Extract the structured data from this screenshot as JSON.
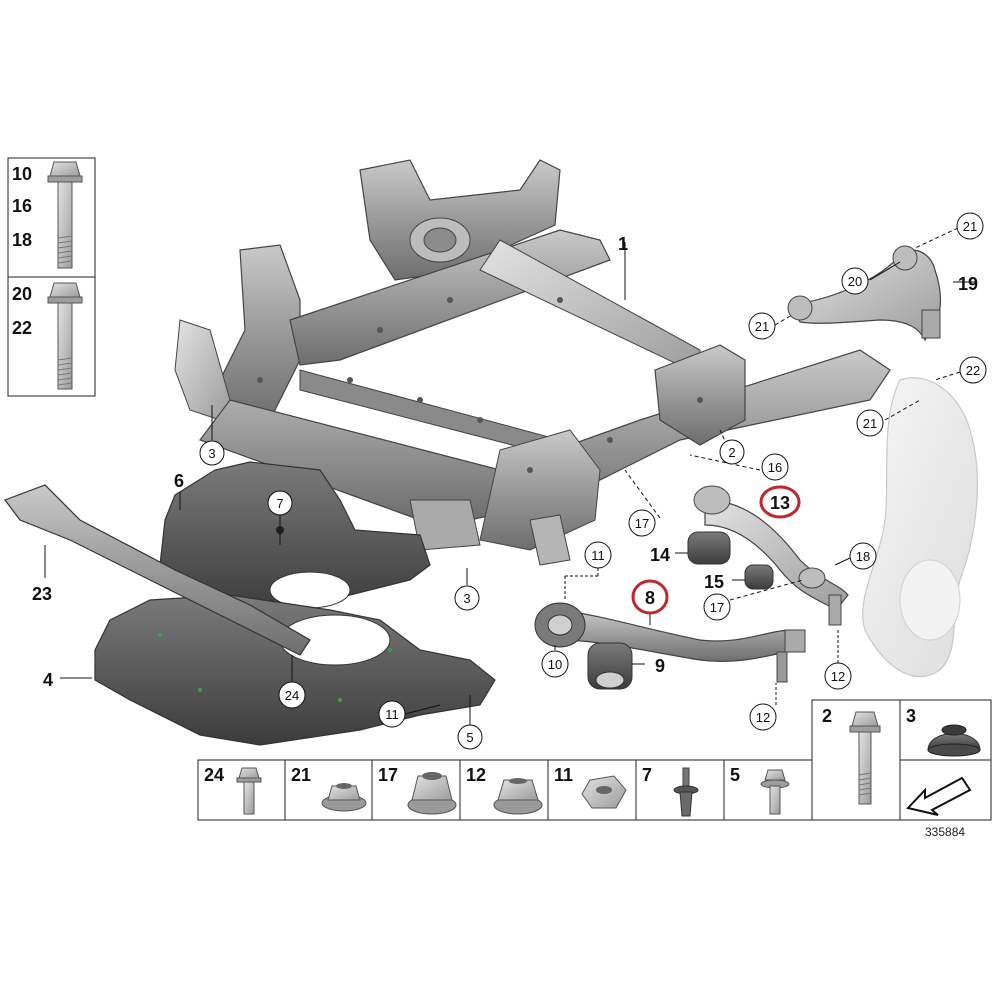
{
  "diagram": {
    "catalog_number": "335884",
    "plain_labels": [
      {
        "id": "p1",
        "text": "1"
      },
      {
        "id": "p6",
        "text": "6"
      },
      {
        "id": "p23",
        "text": "23"
      },
      {
        "id": "p4",
        "text": "4"
      },
      {
        "id": "p14",
        "text": "14"
      },
      {
        "id": "p15",
        "text": "15"
      },
      {
        "id": "p9",
        "text": "9"
      },
      {
        "id": "p19",
        "text": "19"
      }
    ],
    "circled_labels": [
      {
        "id": "c3a",
        "text": "3"
      },
      {
        "id": "c3b",
        "text": "3"
      },
      {
        "id": "c7",
        "text": "7"
      },
      {
        "id": "c24",
        "text": "24"
      },
      {
        "id": "c11a",
        "text": "11"
      },
      {
        "id": "c11b",
        "text": "11"
      },
      {
        "id": "c5",
        "text": "5"
      },
      {
        "id": "c10",
        "text": "10"
      },
      {
        "id": "c12a",
        "text": "12"
      },
      {
        "id": "c12b",
        "text": "12"
      },
      {
        "id": "c17a",
        "text": "17"
      },
      {
        "id": "c17b",
        "text": "17"
      },
      {
        "id": "c16",
        "text": "16"
      },
      {
        "id": "c18",
        "text": "18"
      },
      {
        "id": "c2",
        "text": "2"
      },
      {
        "id": "c20",
        "text": "20"
      },
      {
        "id": "c21a",
        "text": "21"
      },
      {
        "id": "c21b",
        "text": "21"
      },
      {
        "id": "c21c",
        "text": "21"
      },
      {
        "id": "c22",
        "text": "22"
      }
    ],
    "highlighted_labels": [
      {
        "id": "h13",
        "text": "13"
      },
      {
        "id": "h8",
        "text": "8"
      }
    ],
    "highlight_color": "#c0262c",
    "left_panel": {
      "top_numbers": [
        "10",
        "16",
        "18"
      ],
      "bottom_numbers": [
        "20",
        "22"
      ]
    },
    "bottom_panel": {
      "cells": [
        {
          "number": "24",
          "icon": "bolt-icon"
        },
        {
          "number": "21",
          "icon": "flange-nut-icon"
        },
        {
          "number": "17",
          "icon": "collar-nut-icon"
        },
        {
          "number": "12",
          "icon": "self-locking-nut-icon"
        },
        {
          "number": "11",
          "icon": "hex-nut-icon"
        },
        {
          "number": "7",
          "icon": "expanding-rivet-icon"
        },
        {
          "number": "5",
          "icon": "washer-bolt-icon"
        }
      ]
    },
    "right_panel": {
      "cell_2": {
        "number": "2",
        "icon": "long-bolt-icon"
      },
      "cell_3": {
        "number": "3",
        "icon": "rubber-bump-stop-icon"
      },
      "arrow_icon": "direction-arrow-icon"
    }
  }
}
